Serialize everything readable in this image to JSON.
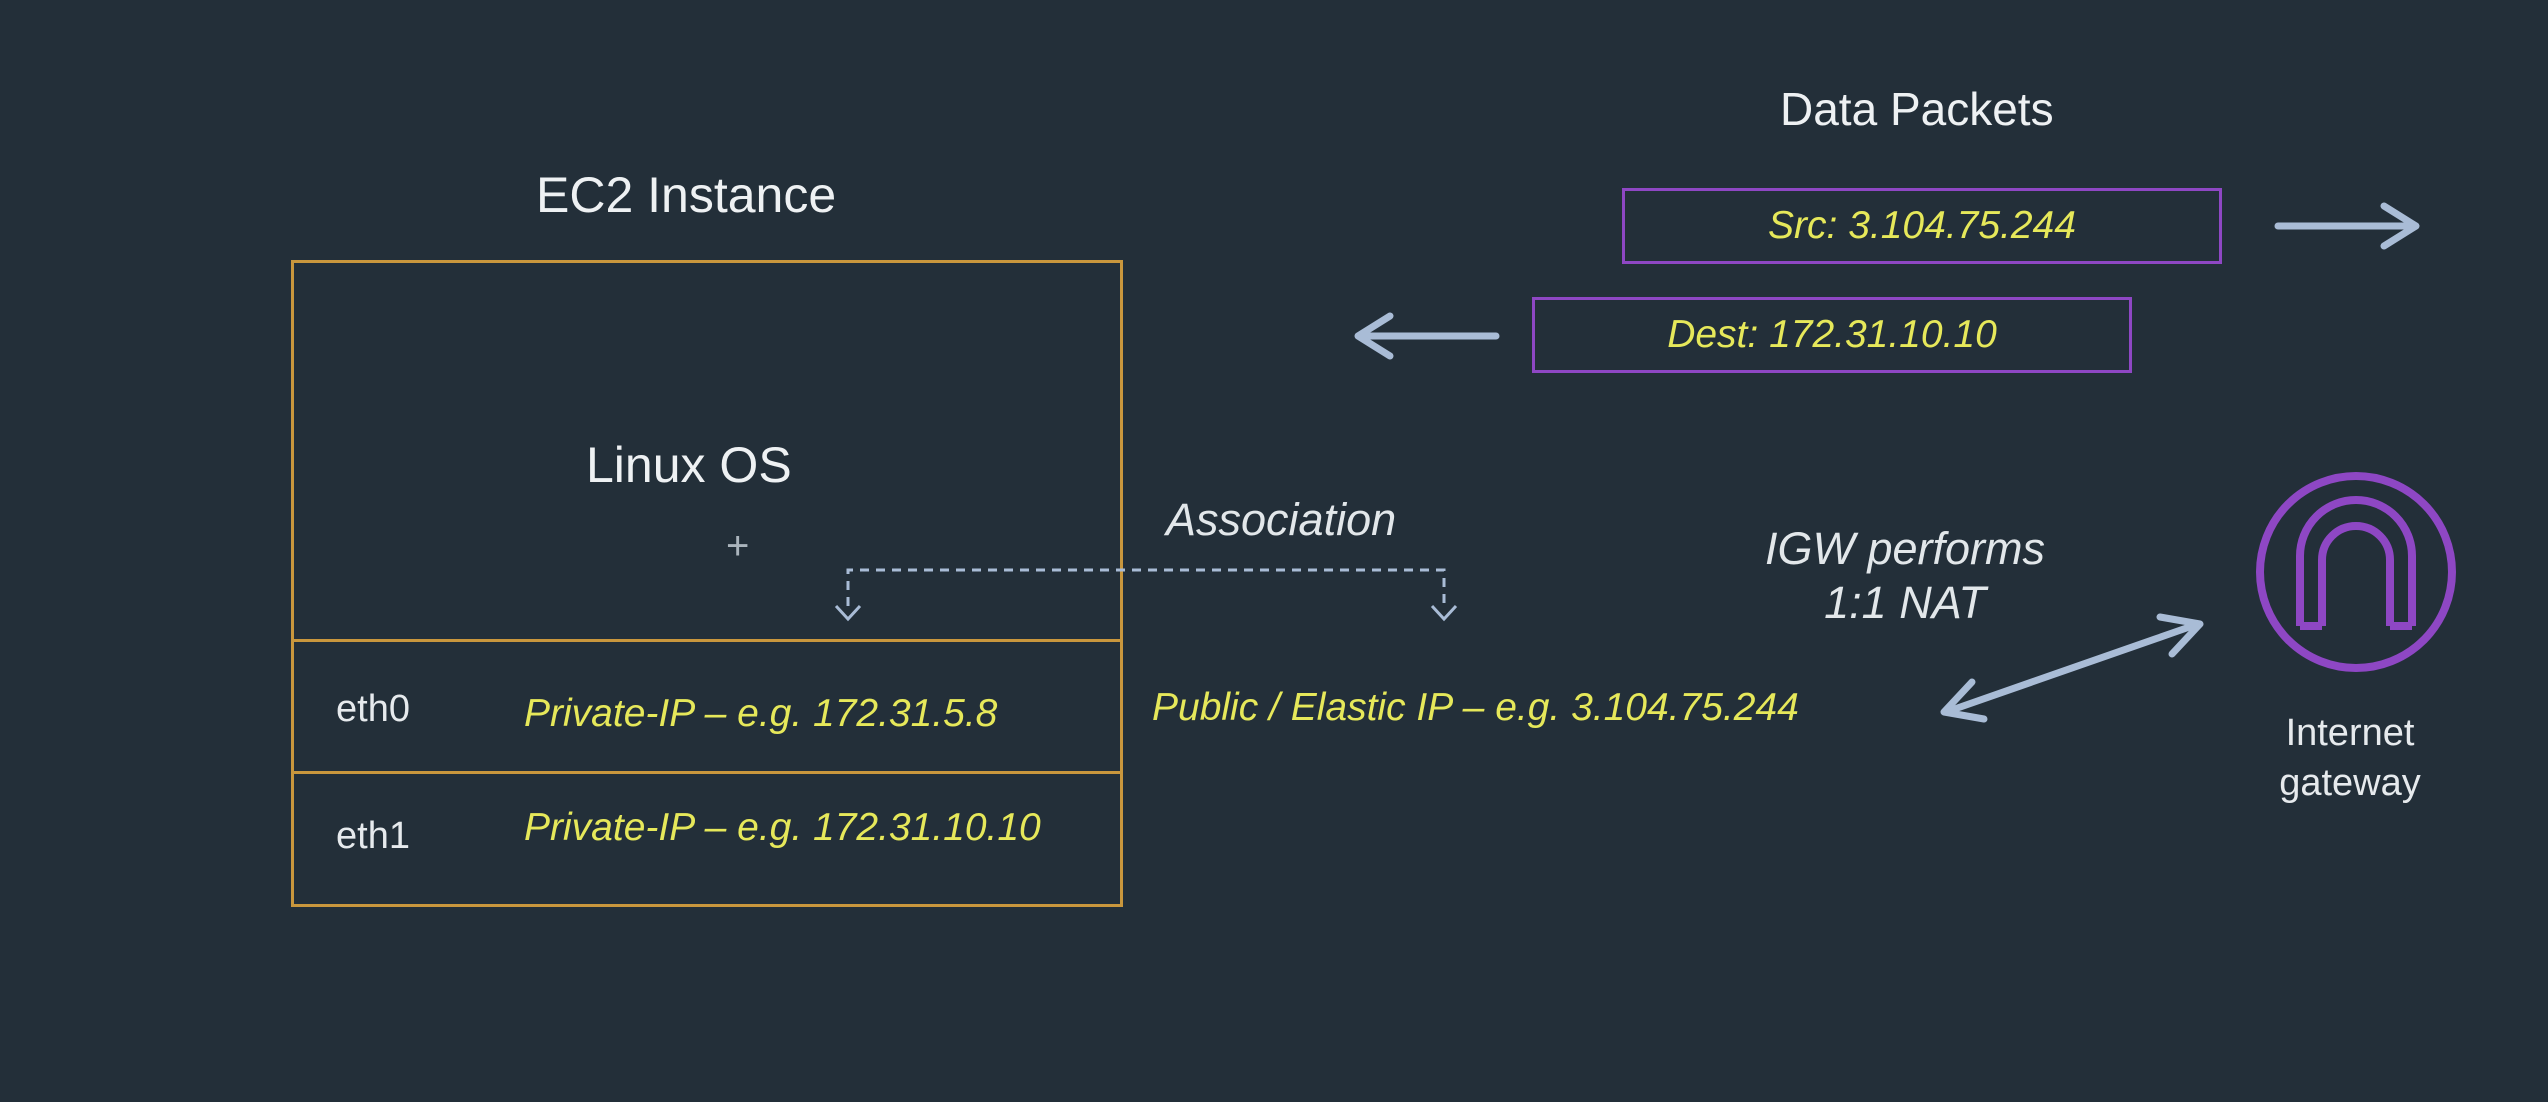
{
  "ec2": {
    "title": "EC2 Instance",
    "os_label": "Linux OS",
    "interfaces": [
      {
        "name": "eth0",
        "ip_label": "Private-IP – e.g. 172.31.5.8"
      },
      {
        "name": "eth1",
        "ip_label": "Private-IP – e.g. 172.31.10.10"
      }
    ]
  },
  "association": {
    "label": "Association",
    "public_ip_label": "Public / Elastic IP – e.g. 3.104.75.244"
  },
  "packets": {
    "title": "Data Packets",
    "src_label": "Src: 3.104.75.244",
    "dest_label": "Dest: 172.31.10.10"
  },
  "igw": {
    "note": "IGW performs 1:1 NAT",
    "label": "Internet gateway",
    "icon": "internet-gateway-icon"
  },
  "colors": {
    "background": "#232f39",
    "instance_border": "#c9973d",
    "packet_border": "#8e47c4",
    "ip_text": "#e6e85a",
    "arrow": "#a9bcd6",
    "gateway": "#8e47c4"
  }
}
